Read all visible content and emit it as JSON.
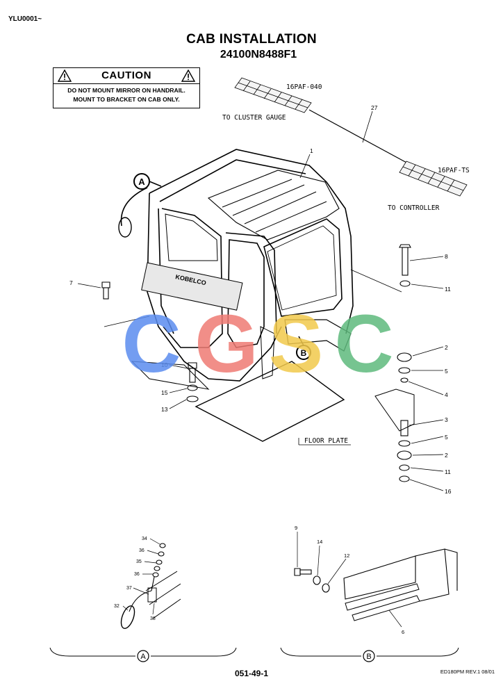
{
  "header": {
    "serial": "YLU0001~",
    "title": "CAB INSTALLATION",
    "part_number": "24100N8488F1"
  },
  "caution": {
    "word": "CAUTION",
    "line1": "DO NOT MOUNT MIRROR ON HANDRAIL.",
    "line2": "MOUNT TO BRACKET ON CAB ONLY."
  },
  "diagram": {
    "connector_top": "16PAF-040",
    "connector_bottom": "16PAF-TS",
    "to_cluster": "TO CLUSTER GAUGE",
    "to_controller": "TO CONTROLLER",
    "floor_plate": "FLOOR PLATE",
    "brand": "KOBELCO",
    "callout_a": "A",
    "callout_b": "B",
    "watermark": [
      "C",
      "G",
      "S",
      "C"
    ],
    "watermark_colors": [
      "#5b8def",
      "#ef7b74",
      "#f2c94c",
      "#5fba7d"
    ],
    "parts": {
      "p1": "1",
      "p27": "27",
      "p8": "8",
      "p11a": "11",
      "p7": "7",
      "p2a": "2",
      "p5a": "5",
      "p4": "4",
      "p3": "3",
      "p5b": "5",
      "p2b": "2",
      "p11b": "11",
      "p16": "16",
      "p10": "10",
      "p15": "15",
      "p13": "13",
      "p34": "34",
      "p36a": "36",
      "p35": "35",
      "p36b": "36",
      "p37": "37",
      "p32": "32",
      "p38": "38",
      "p9": "9",
      "p14": "14",
      "p12": "12",
      "p6": "6"
    },
    "detail_a": "A",
    "detail_b": "B"
  },
  "footer": {
    "page": "051-49-1",
    "revision": "ED180PM REV.1 08/01"
  }
}
